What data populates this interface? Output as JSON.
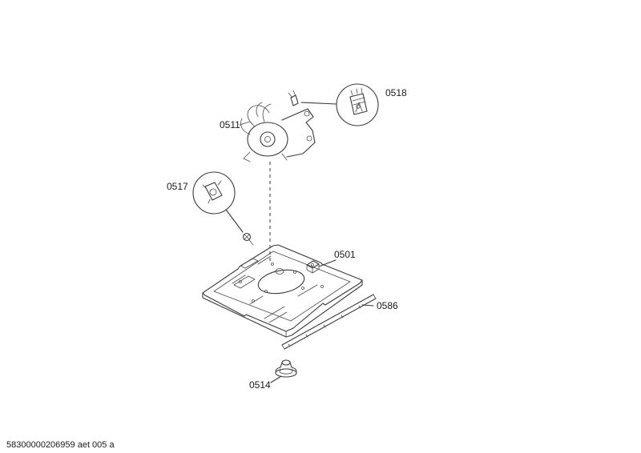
{
  "page": {
    "background_color": "#ffffff",
    "line_color": "#3a3a3a",
    "footer_text": "58300000206959 aet 005 a"
  },
  "diagram": {
    "type": "exploded-parts-diagram",
    "labels": {
      "part_0518": "0518",
      "part_0511": "0511",
      "part_0517": "0517",
      "part_0501": "0501",
      "part_0586": "0586",
      "part_0514": "0514"
    }
  }
}
